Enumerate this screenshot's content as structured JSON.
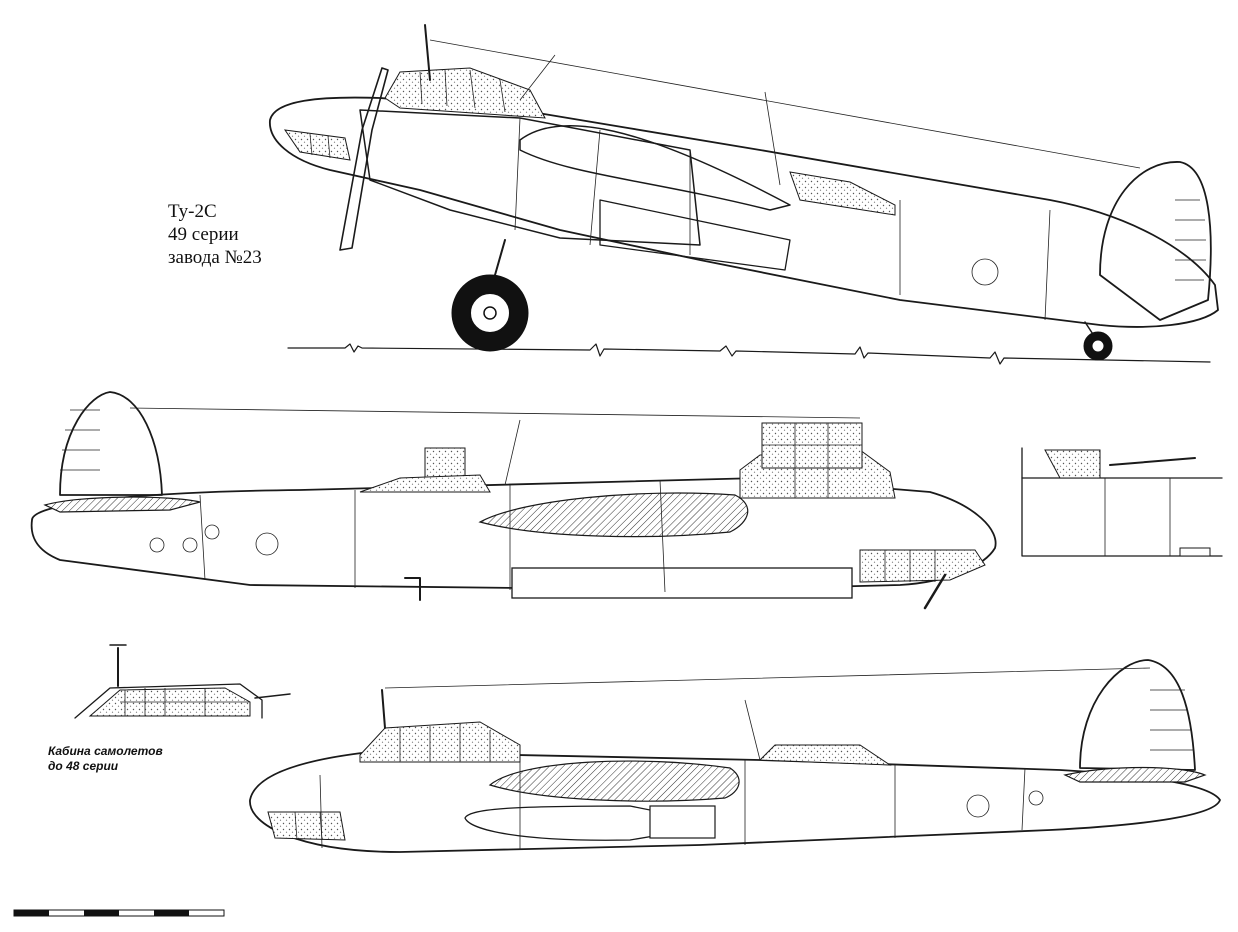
{
  "title_block": {
    "line1": "Ту-2С",
    "line2": "49 серии",
    "line3": "завода №23"
  },
  "inset_caption": {
    "line1": "Кабина самолетов",
    "line2": "до 48 серии"
  },
  "colors": {
    "ink": "#1a1a1a",
    "paper": "#ffffff"
  },
  "views": [
    {
      "name": "side-view-parked"
    },
    {
      "name": "side-view-left-flight"
    },
    {
      "name": "side-view-right-flight"
    },
    {
      "name": "cabin-inset-early"
    },
    {
      "name": "turret-detail-inset"
    }
  ]
}
